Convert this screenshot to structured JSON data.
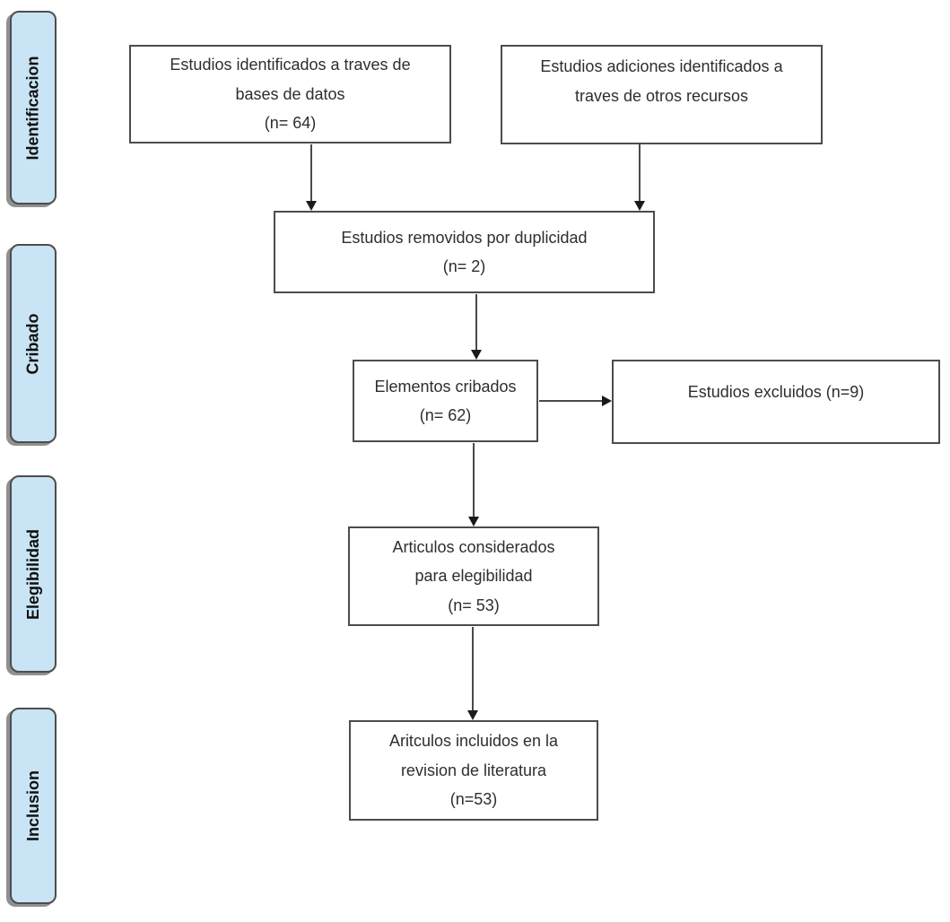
{
  "diagram_type": "prisma-flowchart",
  "stages": [
    {
      "label": "Identificacion"
    },
    {
      "label": "Cribado"
    },
    {
      "label": "Elegibilidad"
    },
    {
      "label": "Inclusion"
    }
  ],
  "boxes": [
    {
      "id": "identified-databases",
      "text": "Estudios identificados a traves de\nbases de datos\n(n= 64)"
    },
    {
      "id": "additional-other-sources",
      "text": "Estudios adiciones identificados a\ntraves de otros recursos"
    },
    {
      "id": "duplicates-removed",
      "text": "Estudios removidos por duplicidad\n(n= 2)"
    },
    {
      "id": "items-screened",
      "text": "Elementos cribados\n(n= 62)"
    },
    {
      "id": "studies-excluded",
      "text": "Estudios excluidos (n=9)"
    },
    {
      "id": "articles-eligibility",
      "text": "Articulos considerados\npara elegibilidad\n(n= 53)"
    },
    {
      "id": "articles-included",
      "text": "Aritculos incluidos en la\nrevision de literatura\n(n=53)"
    }
  ],
  "connections": [
    {
      "from": "identified-databases",
      "to": "duplicates-removed"
    },
    {
      "from": "additional-other-sources",
      "to": "duplicates-removed"
    },
    {
      "from": "duplicates-removed",
      "to": "items-screened"
    },
    {
      "from": "items-screened",
      "to": "studies-excluded"
    },
    {
      "from": "items-screened",
      "to": "articles-eligibility"
    },
    {
      "from": "articles-eligibility",
      "to": "articles-included"
    }
  ],
  "colors": {
    "stage_fill": "#c9e4f4",
    "stage_border": "#4d4d4d",
    "box_border": "#4c4c4c",
    "arrow_color": "#4a4a4a",
    "arrow_head": "#1a1a1a",
    "text_color": "#2e2e2e"
  }
}
